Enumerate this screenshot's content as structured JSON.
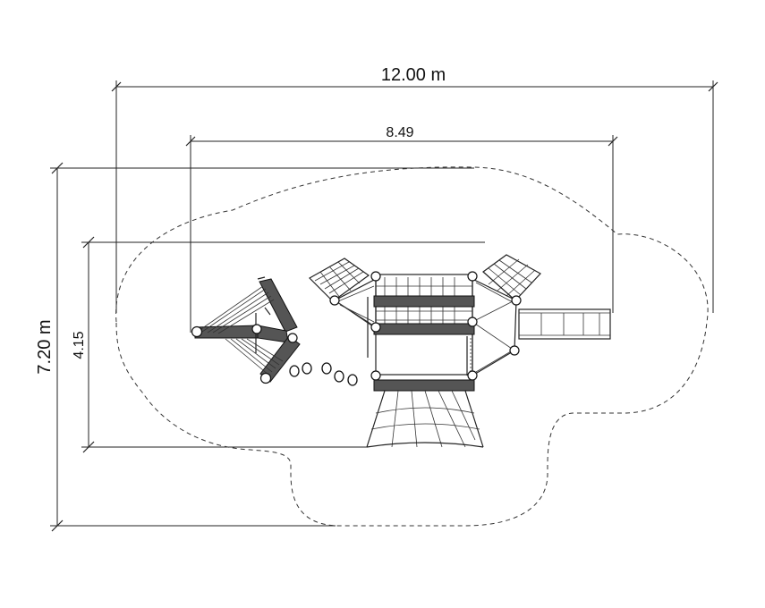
{
  "dimensions": {
    "overall_width": "12.00 m",
    "equipment_width": "8.49",
    "overall_depth": "7.20 m",
    "equipment_depth": "4.15"
  }
}
